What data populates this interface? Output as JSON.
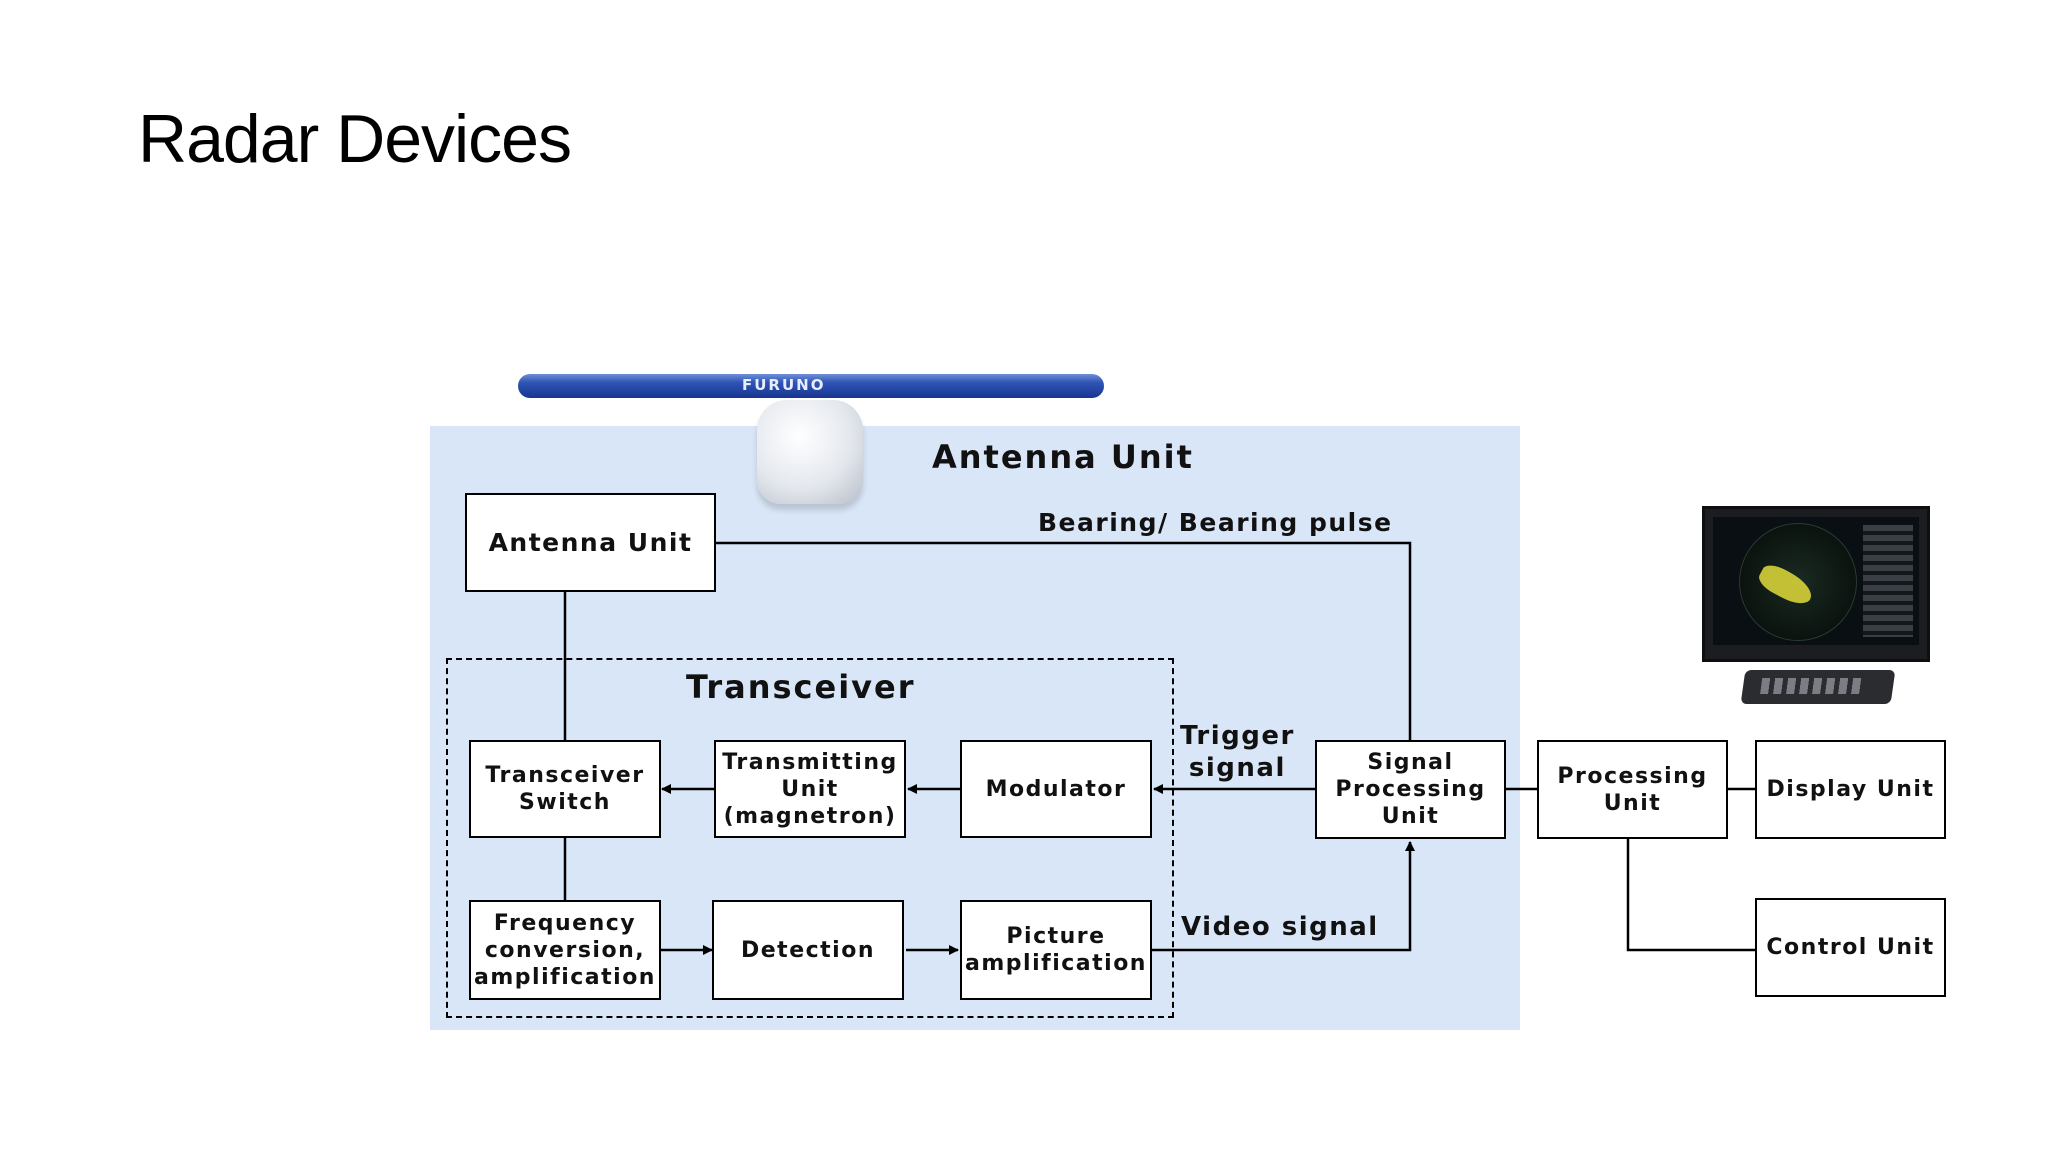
{
  "slide": {
    "title": "Radar Devices"
  },
  "diagram": {
    "panel_title": "Antenna Unit",
    "transceiver_title": "Transceiver",
    "antenna_brand": "FURUNO",
    "boxes": {
      "antenna_unit": "Antenna Unit",
      "transceiver_switch": "Transceiver\nSwitch",
      "transmitting_unit": "Transmitting\nUnit\n(magnetron)",
      "modulator": "Modulator",
      "frequency_conversion": "Frequency\nconversion,\namplification",
      "detection": "Detection",
      "picture_amplification": "Picture\namplification",
      "signal_processing_unit": "Signal\nProcessing\nUnit",
      "processing_unit": "Processing\nUnit",
      "display_unit": "Display Unit",
      "control_unit": "Control Unit"
    },
    "signals": {
      "bearing": "Bearing/ Bearing pulse",
      "trigger": "Trigger\nsignal",
      "video": "Video signal"
    },
    "colors": {
      "panel": "#d9e6f7",
      "line": "#000000",
      "antenna": "#2f55b5"
    }
  }
}
